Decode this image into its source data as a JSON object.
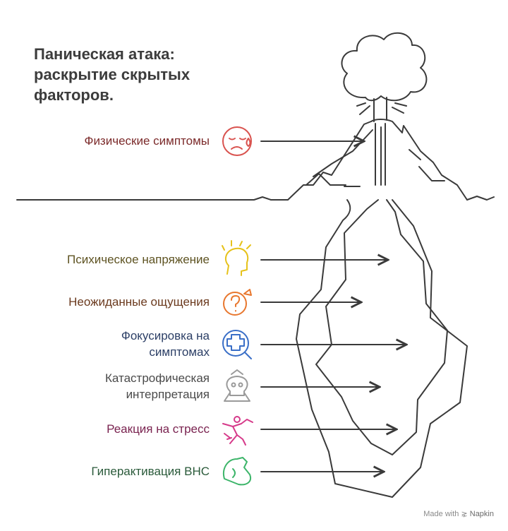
{
  "title_lines": [
    "Паническая атака:",
    "раскрытие скрытых",
    "факторов."
  ],
  "items": [
    {
      "lines": [
        "Физические симптомы"
      ],
      "icon": "sad-face-tear-icon",
      "color": "#d9534f"
    },
    {
      "lines": [
        "Психическое напряжение"
      ],
      "icon": "stressed-head-icon",
      "color": "#e6c21a"
    },
    {
      "lines": [
        "Неожиданные ощущения"
      ],
      "icon": "question-surprise-icon",
      "color": "#e8772e"
    },
    {
      "lines": [
        "Фокусировка на",
        "симптомах"
      ],
      "icon": "magnifier-cross-icon",
      "color": "#3a6fc7"
    },
    {
      "lines": [
        "Катастрофическая",
        "интерпретация"
      ],
      "icon": "skull-warning-icon",
      "color": "#9a9a9a"
    },
    {
      "lines": [
        "Реакция на стресс"
      ],
      "icon": "running-person-icon",
      "color": "#d63a8a"
    },
    {
      "lines": [
        "Гиперактивация ВНС"
      ],
      "icon": "muscle-arm-icon",
      "color": "#3db56a"
    }
  ],
  "footer": {
    "made_with": "Made with",
    "brand": "Napkin"
  }
}
